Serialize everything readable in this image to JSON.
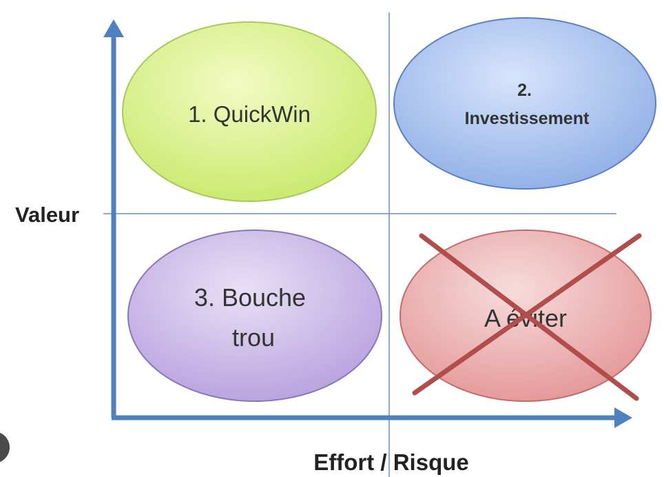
{
  "axes": {
    "y_label": "Valeur",
    "x_label": "Effort / Risque"
  },
  "quadrants": [
    {
      "id": "quickwin",
      "lines": [
        "1. QuickWin"
      ],
      "fill_start": "#f3fbc4",
      "fill_end": "#c8e86a",
      "stroke": "#a9c95a"
    },
    {
      "id": "investissement",
      "lines": [
        "2.",
        "Investissement"
      ],
      "fill_start": "#d7e4fb",
      "fill_end": "#8eaee6",
      "stroke": "#5b7fc4"
    },
    {
      "id": "bouche-trou",
      "lines": [
        "3. Bouche",
        "trou"
      ],
      "fill_start": "#e9e0f6",
      "fill_end": "#b6a0dd",
      "stroke": "#8a73c0"
    },
    {
      "id": "a-eviter",
      "lines": [
        "A éviter"
      ],
      "fill_start": "#f6dcdc",
      "fill_end": "#e49595",
      "stroke": "#c46a6a",
      "crossed_out": true
    }
  ],
  "colors": {
    "axis": "#4f81bd",
    "divider": "#6d8fb5",
    "cross": "#b14d4b"
  }
}
